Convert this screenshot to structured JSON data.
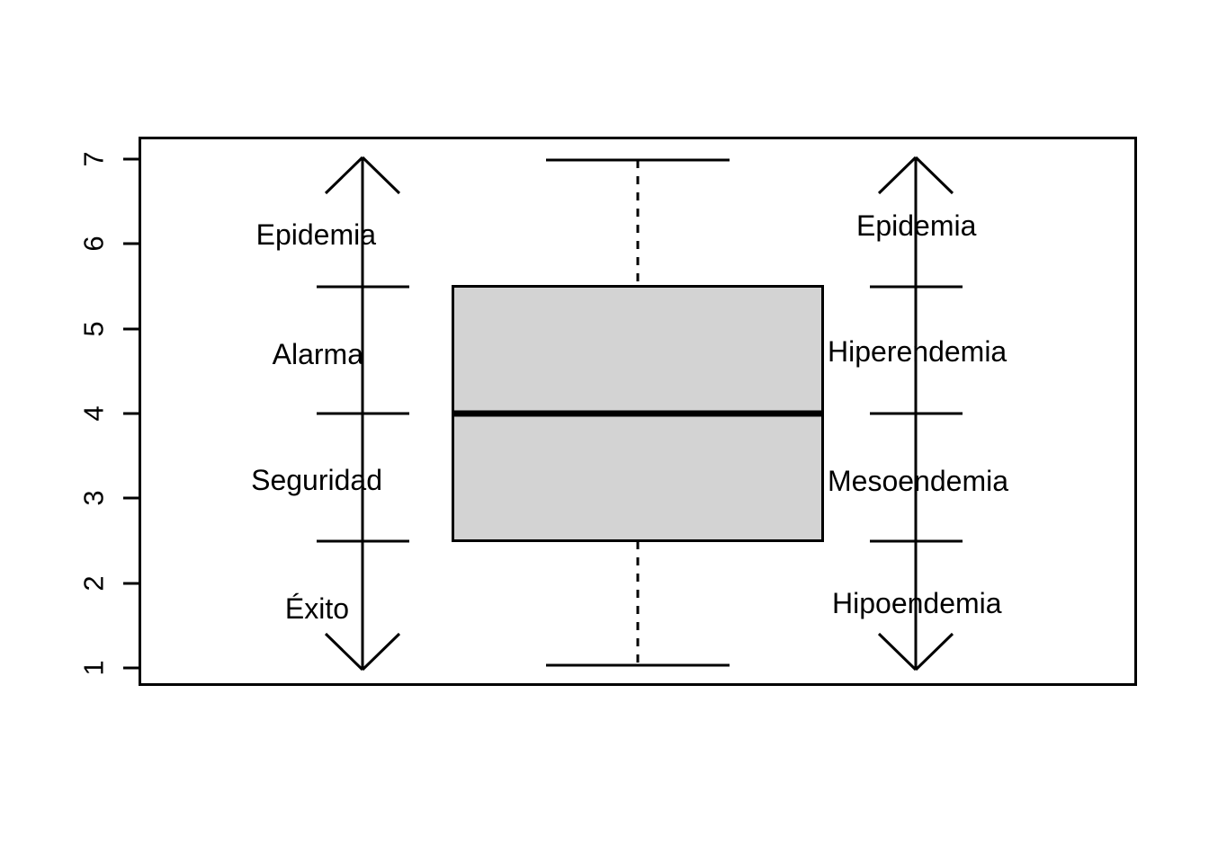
{
  "chart_data": {
    "type": "boxplot",
    "title": "",
    "xlabel": "",
    "ylabel": "",
    "ylim": [
      0.65,
      7.35
    ],
    "grid": false,
    "legend_position": "none",
    "y_ticks": [
      1,
      2,
      3,
      4,
      5,
      6,
      7
    ],
    "y_tick_labels": [
      "1",
      "2",
      "3",
      "4",
      "5",
      "6",
      "7"
    ],
    "box": {
      "name": "",
      "lower_whisker": 1,
      "q1": 2.5,
      "median": 4,
      "q3": 5.5,
      "upper_whisker": 7,
      "fill_color": "#d3d3d3",
      "border_color": "#000000",
      "median_color": "#000000"
    },
    "annotations": {
      "left_scale": {
        "name": "escala-operativa",
        "arrow": "double-headed-vertical",
        "from": 1,
        "to": 7,
        "crossbars": [
          5.5,
          4,
          2.5
        ],
        "bands": [
          {
            "label": "Epidemia",
            "range": [
              5.5,
              7
            ],
            "label_value": 6.1
          },
          {
            "label": "Alarma",
            "range": [
              4,
              5.5
            ],
            "label_value": 4.6
          },
          {
            "label": "Seguridad",
            "range": [
              2.5,
              4
            ],
            "label_value": 3.15
          },
          {
            "label": "Éxito",
            "range": [
              1,
              2.5
            ],
            "label_value": 1.7
          }
        ]
      },
      "right_scale": {
        "name": "escala-endemica",
        "arrow": "double-headed-vertical",
        "from": 1,
        "to": 7,
        "crossbars": [
          5.5,
          4,
          2.5
        ],
        "bands": [
          {
            "label": "Epidemia",
            "range": [
              5.5,
              7
            ],
            "label_value": 6.1
          },
          {
            "label": "Hiperendemia",
            "range": [
              4,
              5.5
            ],
            "label_value": 4.6
          },
          {
            "label": "Mesoendemia",
            "range": [
              2.5,
              4
            ],
            "label_value": 3.15
          },
          {
            "label": "Hipoendemia",
            "range": [
              1,
              2.5
            ],
            "label_value": 1.7
          }
        ]
      }
    }
  },
  "axis": {
    "tick_1": "1",
    "tick_2": "2",
    "tick_3": "3",
    "tick_4": "4",
    "tick_5": "5",
    "tick_6": "6",
    "tick_7": "7"
  },
  "left_scale_labels": {
    "epidemia": "Epidemia",
    "alarma": "Alarma",
    "seguridad": "Seguridad",
    "exito": "Éxito"
  },
  "right_scale_labels": {
    "epidemia": "Epidemia",
    "hiperendemia": "Hiperendemia",
    "mesoendemia": "Mesoendemia",
    "hipoendemia": "Hipoendemia"
  },
  "colors": {
    "box_fill": "#d3d3d3",
    "stroke": "#000000",
    "background": "#ffffff"
  }
}
